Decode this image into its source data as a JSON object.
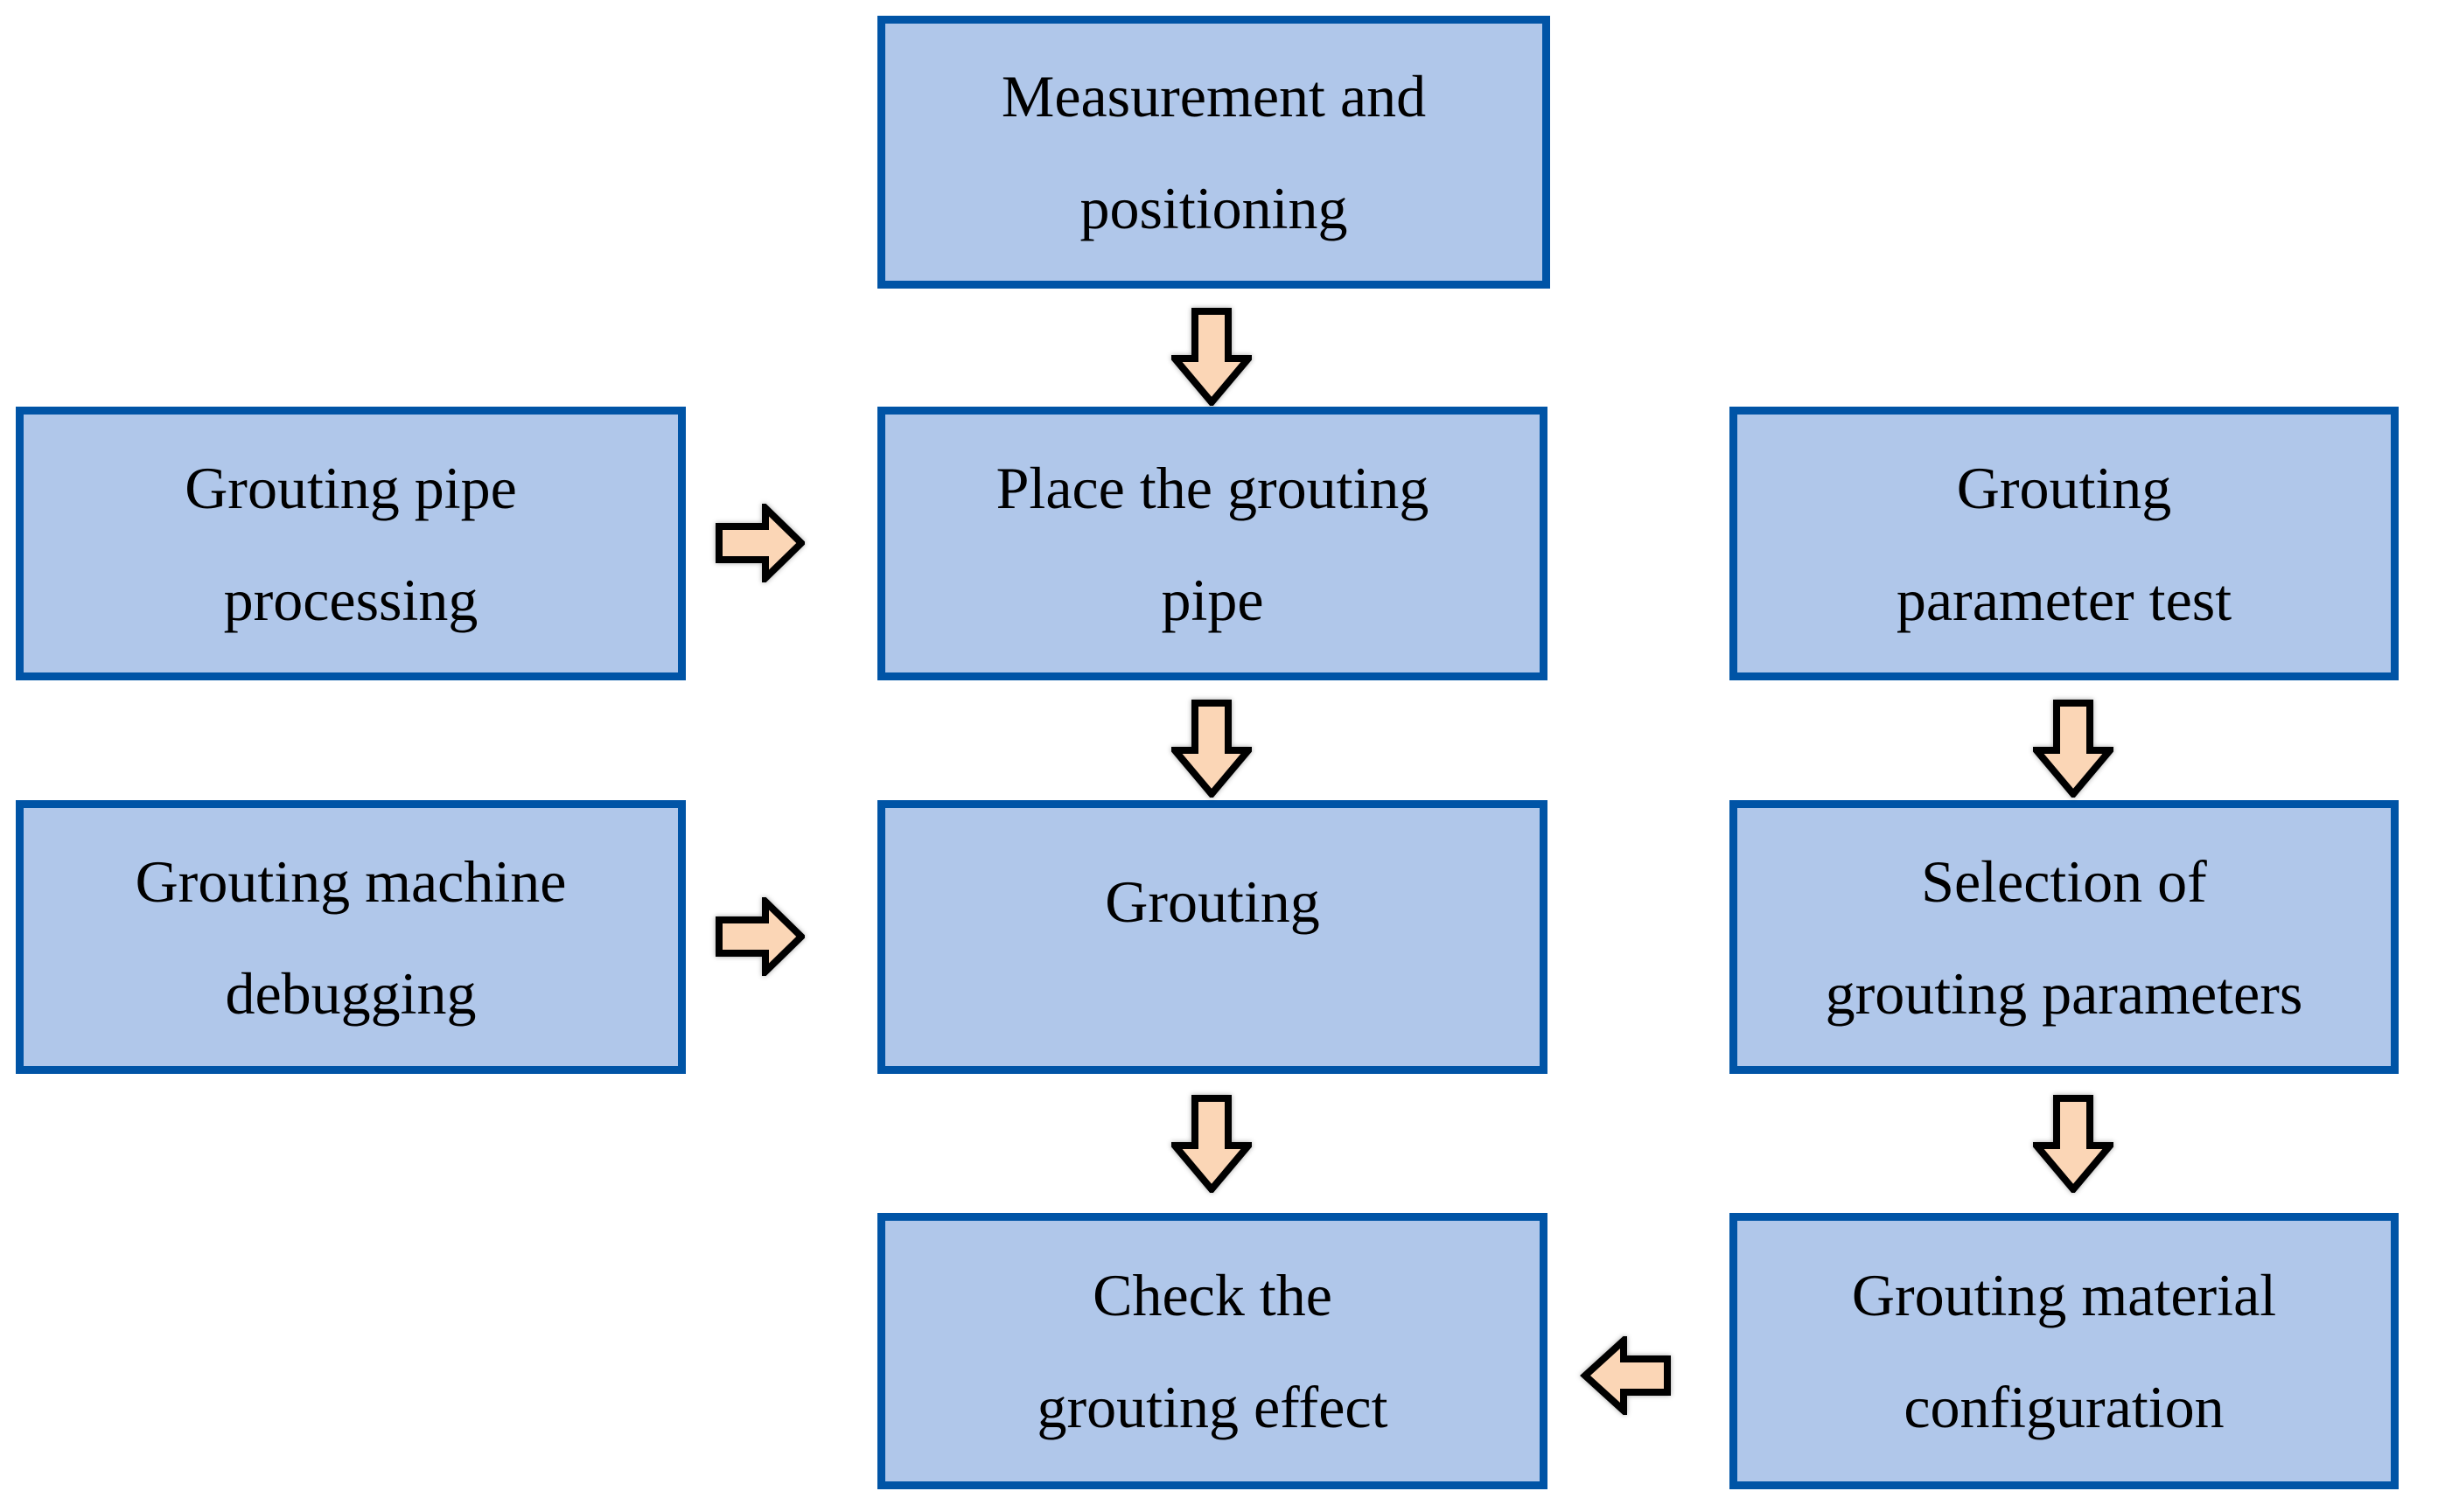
{
  "nodes": {
    "measurement": {
      "label": "Measurement and\npositioning"
    },
    "pipe_processing": {
      "label": "Grouting pipe\nprocessing"
    },
    "place_pipe": {
      "label": "Place the grouting\npipe"
    },
    "parameter_test": {
      "label": "Grouting\nparameter test"
    },
    "machine_debugging": {
      "label": "Grouting machine\ndebugging"
    },
    "grouting": {
      "label": "Grouting"
    },
    "selection_parameters": {
      "label": "Selection of\ngrouting parameters"
    },
    "check_effect": {
      "label": "Check the\ngrouting effect"
    },
    "material_configuration": {
      "label": "Grouting material\nconfiguration"
    }
  },
  "flows": [
    {
      "from": "Measurement and positioning",
      "to": "Place the grouting pipe",
      "direction": "down"
    },
    {
      "from": "Grouting pipe processing",
      "to": "Place the grouting pipe",
      "direction": "right"
    },
    {
      "from": "Place the grouting pipe",
      "to": "Grouting",
      "direction": "down"
    },
    {
      "from": "Grouting machine debugging",
      "to": "Grouting",
      "direction": "right"
    },
    {
      "from": "Grouting",
      "to": "Check the grouting effect",
      "direction": "down"
    },
    {
      "from": "Grouting parameter test",
      "to": "Selection of grouting parameters",
      "direction": "down"
    },
    {
      "from": "Selection of grouting parameters",
      "to": "Grouting material configuration",
      "direction": "down"
    },
    {
      "from": "Grouting material configuration",
      "to": "Check the grouting effect",
      "direction": "left"
    }
  ],
  "colors": {
    "background": "#ffffff",
    "box_fill": "#b0c7ea",
    "box_border": "#0054a6",
    "arrow_fill": "#fbd6b6",
    "arrow_outline": "#000000",
    "text": "#000000"
  }
}
